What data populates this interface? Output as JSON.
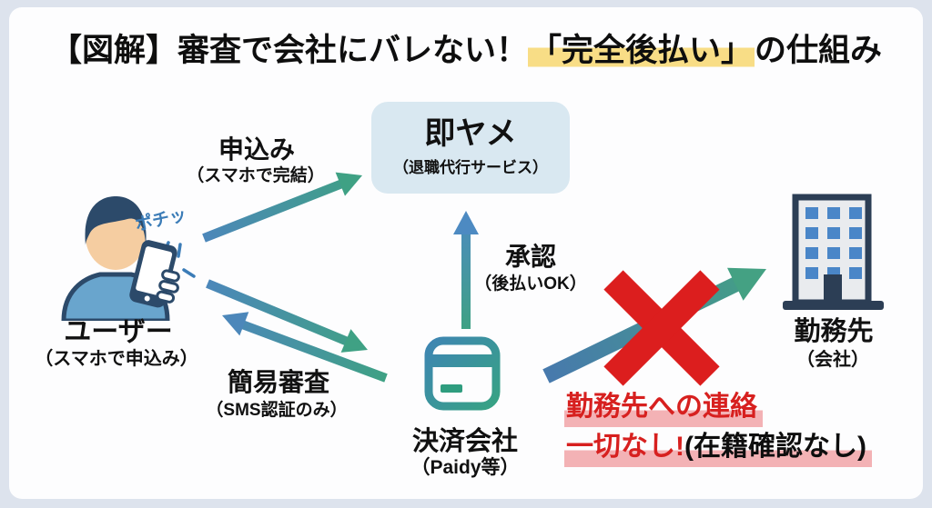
{
  "title": {
    "pre": "【図解】審査で会社にバレない！",
    "highlight": "「完全後払い」",
    "post": "の仕組み"
  },
  "service_box": {
    "name": "即ヤメ",
    "sub": "（退職代行サービス）"
  },
  "user": {
    "label": "ユーザー",
    "sub": "（スマホで申込み）",
    "tap_sound": "ポチッ"
  },
  "flows": {
    "apply": {
      "label": "申込み",
      "sub": "（スマホで完結）"
    },
    "screening": {
      "label": "簡易審査",
      "sub": "（SMS認証のみ）"
    },
    "approval": {
      "label": "承認",
      "sub": "（後払いOK）"
    }
  },
  "payment_company": {
    "label": "決済会社",
    "sub": "（Paidy等）"
  },
  "workplace": {
    "label": "勤務先",
    "sub": "（会社）"
  },
  "callout": {
    "line1": "勤務先への連絡",
    "line2_red": "一切なし!",
    "line2_black": "(在籍確認なし)"
  },
  "icons": [
    "user-with-phone-icon",
    "credit-card-icon",
    "office-building-icon",
    "cross-mark-icon"
  ],
  "colors": {
    "arrow_blue": "#4c87ba",
    "arrow_green": "#3fa184",
    "cross_red": "#dc1e1e",
    "callout_red": "#d7201f",
    "pink_highlight": "#f3b2b5",
    "yellow_highlight": "#f8dd86",
    "service_box_bg": "#d9e8f1",
    "navy_outline": "#2c4a6a",
    "window_blue": "#4a86c8",
    "background": "#dde3ed",
    "card_bg": "#fdfdfe"
  }
}
